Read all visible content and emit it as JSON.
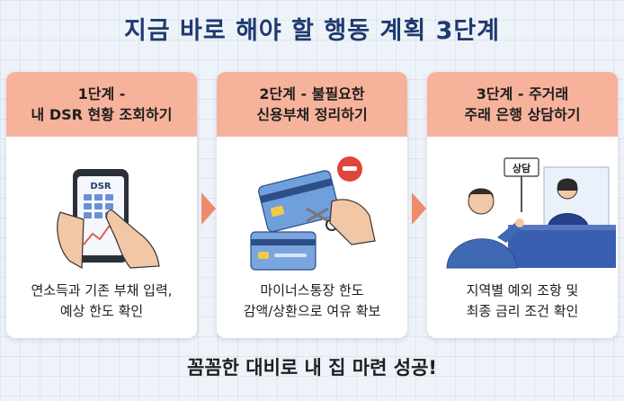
{
  "title": "지금 바로 해야 할 행동 계획 3단계",
  "steps": [
    {
      "head_line1": "1단계 -",
      "head_line2": "내 DSR 현황 조회하기",
      "body_line1": "연소득과 기존 부채 입력,",
      "body_line2": "예상 한도 확인",
      "phone_screen_label": "DSR"
    },
    {
      "head_line1": "2단계 - 불필요한",
      "head_line2": "신용부채 정리하기",
      "body_line1": "마이너스통장 한도",
      "body_line2": "감액/상환으로 여유 확보"
    },
    {
      "head_line1": "3단계 - 주거래",
      "head_line2": "주래 은행 상담하기",
      "body_line1": "지역별 예외 조항 및",
      "body_line2": "최종 금리 조건 확인",
      "sign_label": "상담"
    }
  ],
  "footer": "꼼꼼한 대비로 내 집 마련 성공!",
  "colors": {
    "title": "#1f3a6e",
    "header_bg": "#f6b29b",
    "arrow": "#ef8b6b",
    "background": "#eef3f9"
  }
}
